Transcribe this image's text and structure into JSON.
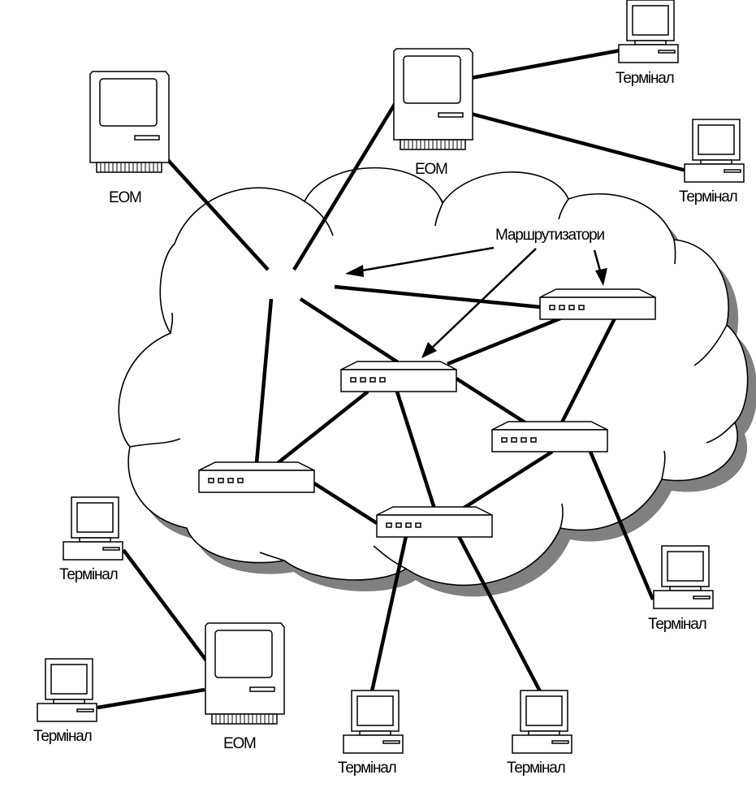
{
  "diagram": {
    "type": "network-topology",
    "labels": {
      "router_group": "Маршрутизатори",
      "computer": "ЕОМ",
      "terminal": "Термінал"
    },
    "colors": {
      "line": "#000000",
      "background": "#ffffff",
      "cloud_shadow": "#808080"
    },
    "nodes": {
      "computers": [
        {
          "id": "eom-left",
          "label": "ЕОМ"
        },
        {
          "id": "eom-top",
          "label": "ЕОМ"
        },
        {
          "id": "eom-bottom",
          "label": "ЕОМ"
        }
      ],
      "terminals": [
        {
          "id": "term-top-right-1",
          "label": "Термінал"
        },
        {
          "id": "term-top-right-2",
          "label": "Термінал"
        },
        {
          "id": "term-right",
          "label": "Термінал"
        },
        {
          "id": "term-bottom-1",
          "label": "Термінал"
        },
        {
          "id": "term-bottom-2",
          "label": "Термінал"
        },
        {
          "id": "term-left-1",
          "label": "Термінал"
        },
        {
          "id": "term-left-2",
          "label": "Термінал"
        }
      ],
      "routers": [
        {
          "id": "router-top-right"
        },
        {
          "id": "router-center"
        },
        {
          "id": "router-right"
        },
        {
          "id": "router-left"
        },
        {
          "id": "router-bottom"
        }
      ]
    },
    "annotation": "Маршрутизатори"
  }
}
